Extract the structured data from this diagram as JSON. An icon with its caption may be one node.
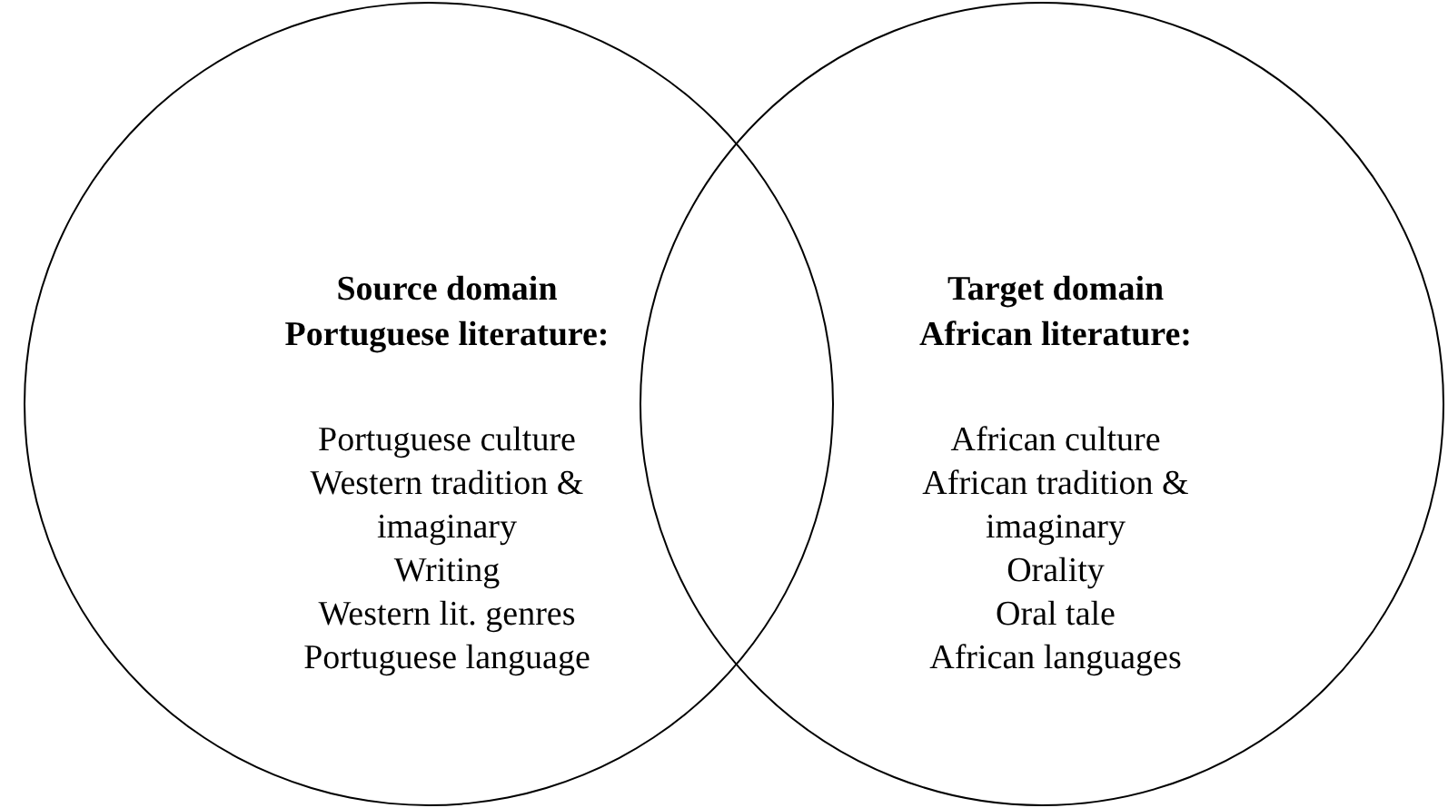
{
  "diagram": {
    "nodes": [
      {
        "text": [
          "Source domain Portuguese literature:",
          "Portuguese culture",
          "Western tradition & imaginary",
          "Writing",
          "Western lit. genres",
          "Portuguese language"
        ]
      },
      {
        "text": [
          "Target domain African literature:",
          "African culture",
          "African tradition & imaginary",
          "Orality",
          "Oral tale",
          "African languages"
        ]
      }
    ],
    "edges": []
  }
}
